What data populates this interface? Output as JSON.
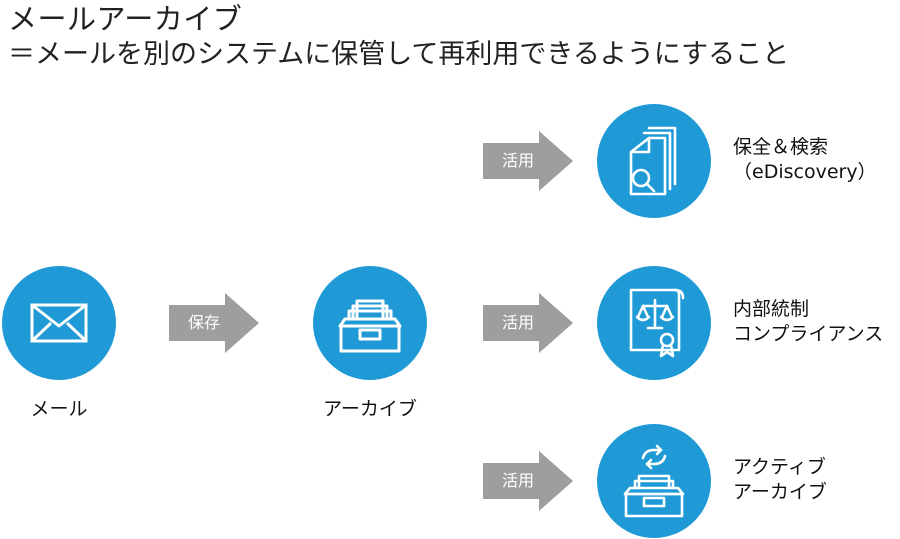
{
  "title": "メールアーカイブ",
  "subtitle": "＝メールを別のシステムに保管して再利用できるようにすること",
  "colors": {
    "accent": "#1f9ad6",
    "arrow": "#9e9e9e"
  },
  "nodes": {
    "mail": {
      "label": "メール",
      "icon": "envelope-icon"
    },
    "archive": {
      "label": "アーカイブ",
      "icon": "archive-box-icon"
    }
  },
  "arrows": {
    "save": "保存",
    "use1": "活用",
    "use2": "活用",
    "use3": "活用"
  },
  "outcomes": [
    {
      "line1": "保全＆検索",
      "line2": "（eDiscovery）",
      "icon": "document-search-icon"
    },
    {
      "line1": "内部統制",
      "line2": "コンプライアンス",
      "icon": "legal-certificate-icon"
    },
    {
      "line1": "アクティブ",
      "line2": "アーカイブ",
      "icon": "active-archive-icon"
    }
  ]
}
